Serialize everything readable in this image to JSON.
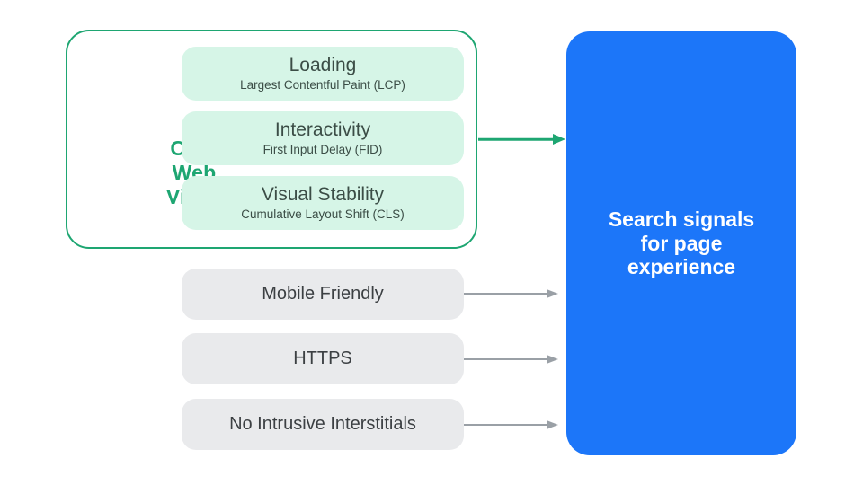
{
  "colors": {
    "green": "#1EA672",
    "green_fill": "#D6F5E7",
    "gray_fill": "#E9EAEC",
    "arrow_gray": "#9AA0A6",
    "blue": "#1C76F9",
    "text_dark": "#3C4043",
    "text_dark_green": "#3B4D46",
    "white": "#FFFFFF"
  },
  "core_web_vitals": {
    "group_label": "Core Web Vitals",
    "group_label_lines": [
      "Core",
      "Web",
      "Vitals"
    ],
    "items": [
      {
        "title": "Loading",
        "subtitle": "Largest Contentful Paint (LCP)"
      },
      {
        "title": "Interactivity",
        "subtitle": "First Input Delay (FID)"
      },
      {
        "title": "Visual Stability",
        "subtitle": "Cumulative Layout Shift (CLS)"
      }
    ]
  },
  "other_signals": {
    "items": [
      {
        "label": "Mobile Friendly"
      },
      {
        "label": "HTTPS"
      },
      {
        "label": "No Intrusive Interstitials"
      }
    ]
  },
  "result_box": {
    "text": "Search signals for page experience",
    "lines": [
      "Search signals",
      "for page",
      "experience"
    ]
  }
}
